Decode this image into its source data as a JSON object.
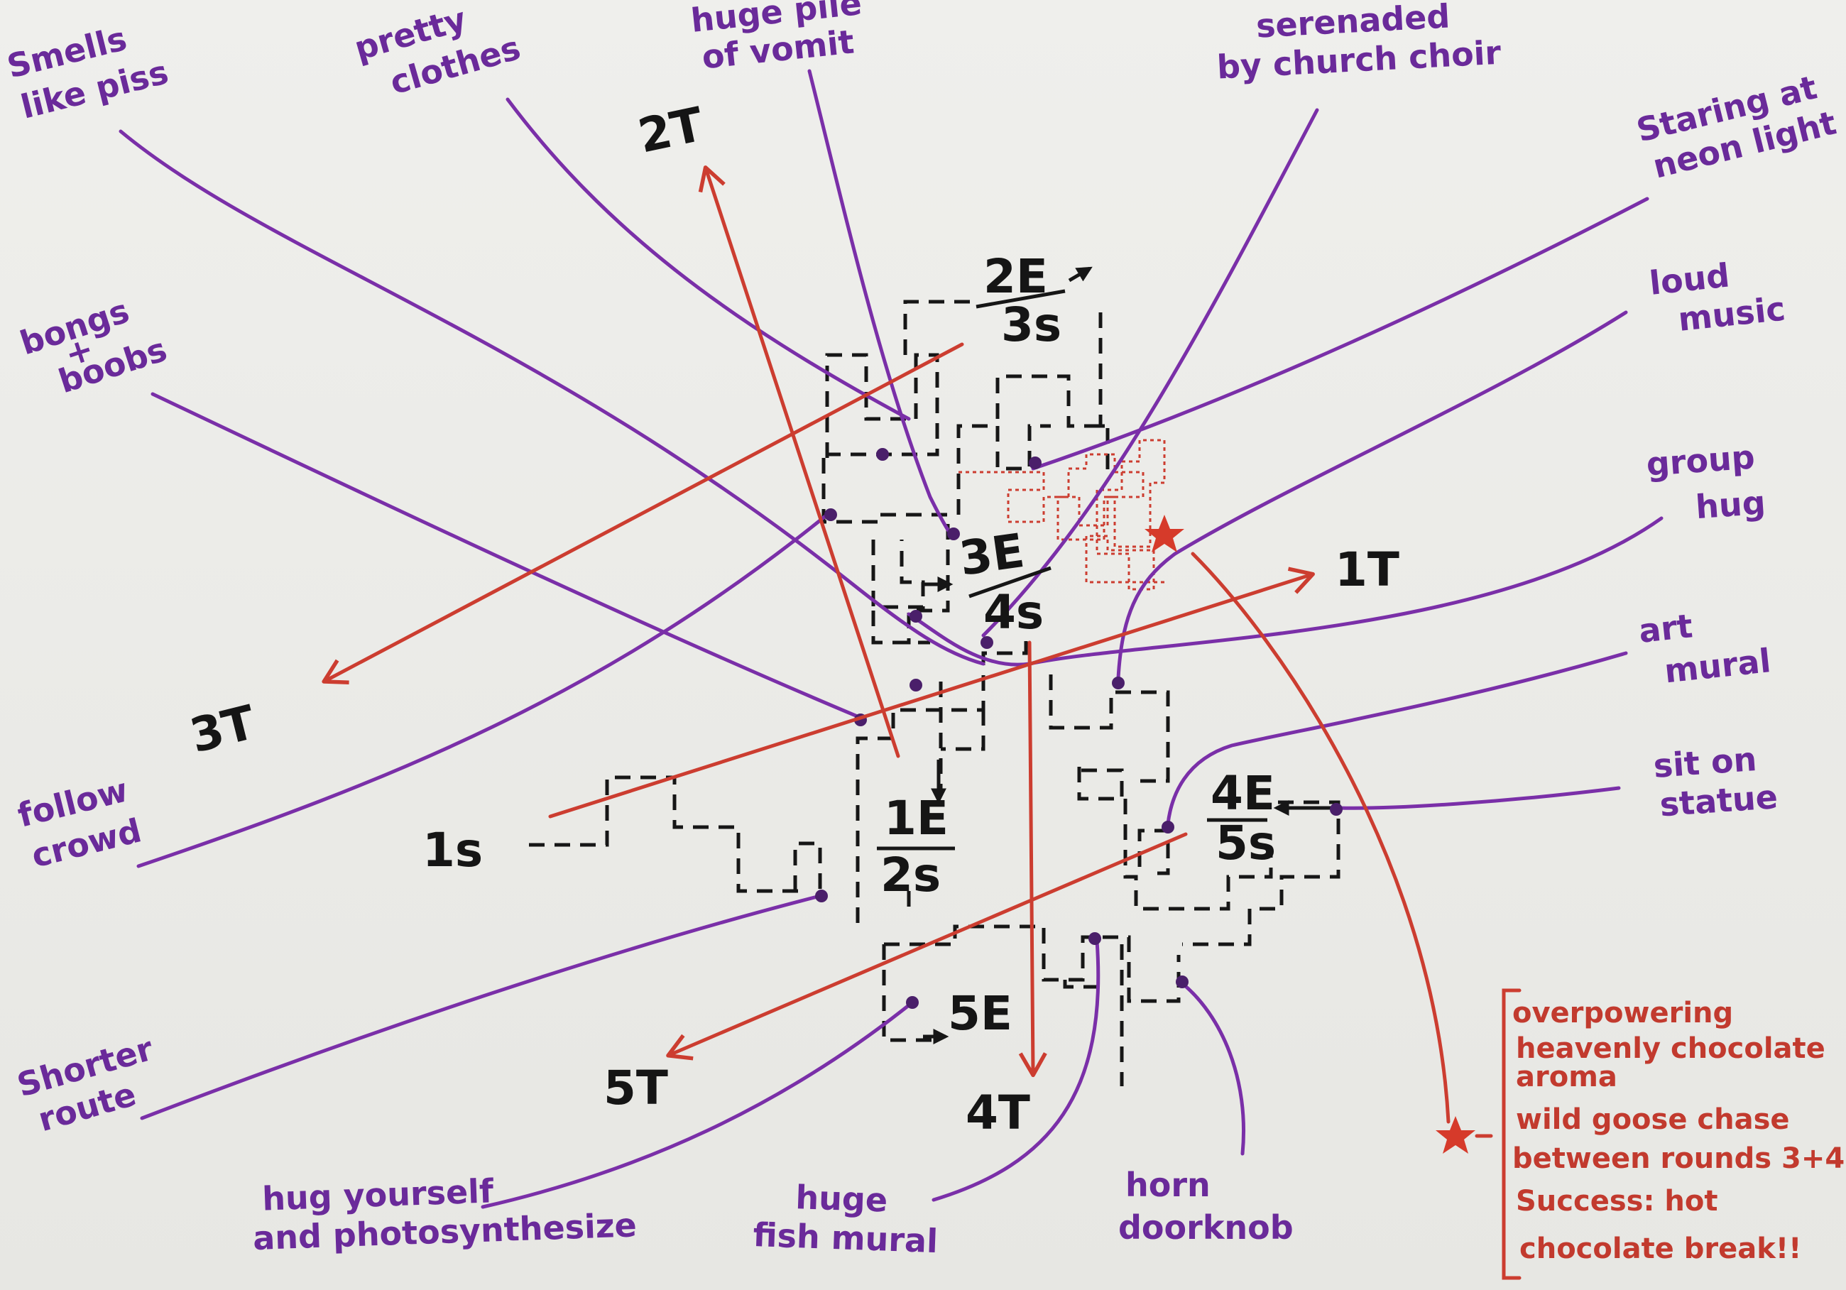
{
  "purple_labels": [
    {
      "id": "smells",
      "lines": [
        "Smells",
        "like piss"
      ]
    },
    {
      "id": "pretty",
      "lines": [
        "pretty",
        "clothes"
      ]
    },
    {
      "id": "vomit",
      "lines": [
        "huge pile",
        "of vomit"
      ]
    },
    {
      "id": "choir",
      "lines": [
        "serenaded",
        "by church choir"
      ]
    },
    {
      "id": "neon",
      "lines": [
        "Staring at",
        "neon light"
      ]
    },
    {
      "id": "bongs",
      "lines": [
        "bongs",
        "+",
        "boobs"
      ]
    },
    {
      "id": "music",
      "lines": [
        "loud",
        "music"
      ]
    },
    {
      "id": "hug",
      "lines": [
        "group",
        "hug"
      ]
    },
    {
      "id": "art",
      "lines": [
        "art",
        "mural"
      ]
    },
    {
      "id": "statue",
      "lines": [
        "sit on",
        "statue"
      ]
    },
    {
      "id": "follow",
      "lines": [
        "follow",
        "crowd"
      ]
    },
    {
      "id": "shorter",
      "lines": [
        "Shorter",
        "route"
      ]
    },
    {
      "id": "photo",
      "lines": [
        "hug yourself",
        "and photosynthesize"
      ]
    },
    {
      "id": "fish",
      "lines": [
        "huge",
        "fish mural"
      ]
    },
    {
      "id": "horn",
      "lines": [
        "horn",
        "doorknob"
      ]
    }
  ],
  "black_labels": [
    {
      "id": "2t",
      "text": "2T"
    },
    {
      "id": "3t",
      "text": "3T"
    },
    {
      "id": "1t",
      "text": "1T"
    },
    {
      "id": "1s",
      "text": "1s"
    },
    {
      "id": "5t",
      "text": "5T"
    },
    {
      "id": "4t",
      "text": "4T"
    },
    {
      "id": "5e",
      "text": "5E"
    }
  ],
  "fractions": [
    {
      "id": "f2e",
      "top": "2E",
      "bottom": "3s"
    },
    {
      "id": "f3e",
      "top": "3E",
      "bottom": "4s"
    },
    {
      "id": "f1e",
      "top": "1E",
      "bottom": "2s"
    },
    {
      "id": "f4e",
      "top": "4E",
      "bottom": "5s"
    }
  ],
  "legend": {
    "lines": [
      "overpowering",
      "heavenly chocolate",
      "aroma",
      "wild goose chase",
      "between rounds 3+4",
      "Success: hot",
      "chocolate break!!"
    ]
  },
  "colors": {
    "purple": "#7a2fa8",
    "red": "#cc3d30",
    "ink": "#161616"
  },
  "icons": [
    "star-icon"
  ]
}
